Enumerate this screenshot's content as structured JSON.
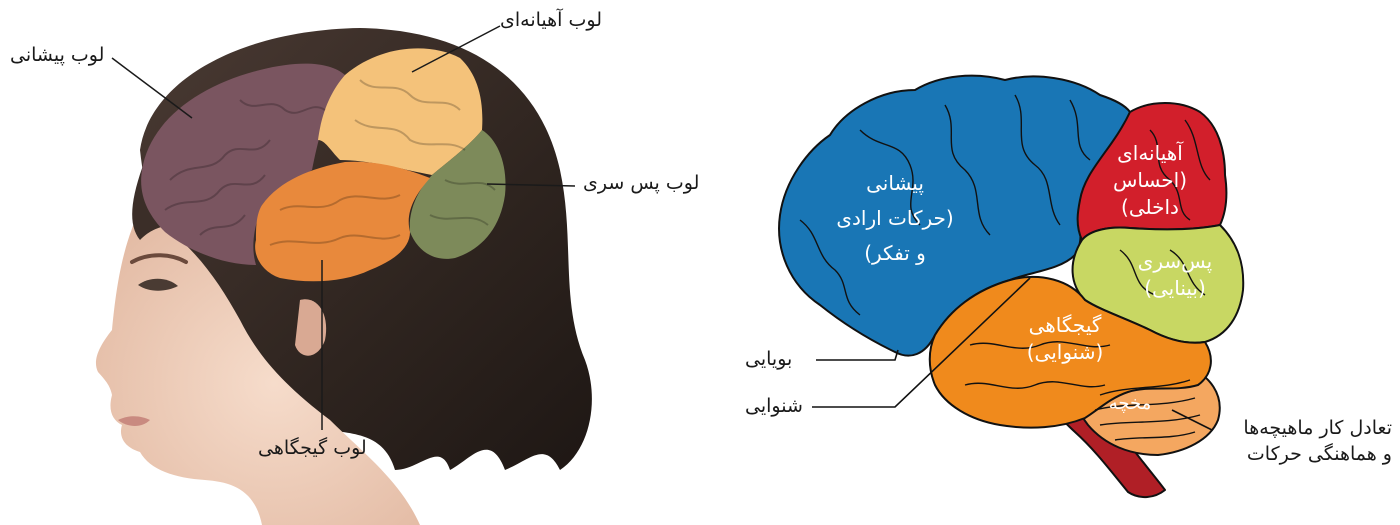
{
  "left_figure": {
    "labels": {
      "frontal": "لوب پیشانی",
      "parietal": "لوب آهیانه‌ای",
      "occipital": "لوب پس سری",
      "temporal": "لوب گیجگاهی"
    }
  },
  "right_figure": {
    "regions": {
      "frontal": [
        "پیشانی",
        "(حرکات ارادی",
        "و تفکر)"
      ],
      "parietal": [
        "آهیانه‌ای",
        "(احساس",
        "داخلی)"
      ],
      "occipital": [
        "پس‌سری",
        "(بینایی)"
      ],
      "temporal": [
        "گیجگاهی",
        "(شنوایی)"
      ],
      "cerebellum": [
        "مخچه"
      ]
    },
    "callouts": {
      "smell": "بویایی",
      "hearing": "شنوایی",
      "cerebellum_desc_1": "تعادل کار ماهیچه‌ها",
      "cerebellum_desc_2": "و هماهنگی حرکات"
    }
  },
  "colors": {
    "frontal_left": "#7a5560",
    "parietal_left": "#f4c27a",
    "occipital_left": "#7d8a5a",
    "temporal_left": "#e8893c",
    "frontal_right": "#1976b5",
    "parietal_right": "#d21f2b",
    "occipital_right": "#c8d763",
    "temporal_right": "#f08a1c",
    "cerebellum_right": "#f4a760",
    "brainstem_right": "#b01f26"
  }
}
